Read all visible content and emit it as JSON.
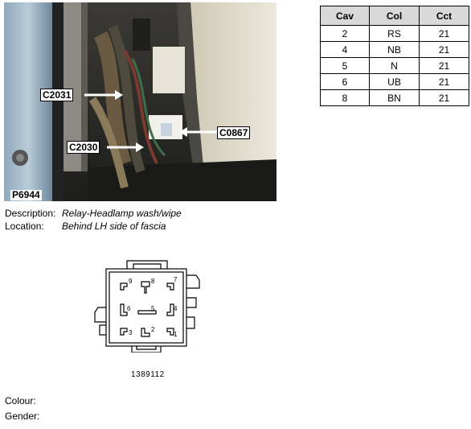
{
  "photo": {
    "reference": "P6944",
    "callouts": [
      {
        "id": "c2031",
        "label": "C2031"
      },
      {
        "id": "c2030",
        "label": "C2030"
      },
      {
        "id": "c0867",
        "label": "C0867"
      }
    ]
  },
  "pin_table": {
    "headers": [
      "Cav",
      "Col",
      "Cct"
    ],
    "rows": [
      [
        "2",
        "RS",
        "21"
      ],
      [
        "4",
        "NB",
        "21"
      ],
      [
        "5",
        "N",
        "21"
      ],
      [
        "6",
        "UB",
        "21"
      ],
      [
        "8",
        "BN",
        "21"
      ]
    ]
  },
  "info": {
    "description_label": "Description:",
    "description_value": "Relay-Headlamp wash/wipe",
    "location_label": "Location:",
    "location_value": "Behind LH side of fascia"
  },
  "connector": {
    "part_number": "1389112",
    "cavities": [
      "9",
      "8",
      "7",
      "6",
      "5",
      "4",
      "3",
      "2",
      "1"
    ]
  },
  "footer": {
    "colour_label": "Colour:",
    "gender_label": "Gender:"
  }
}
